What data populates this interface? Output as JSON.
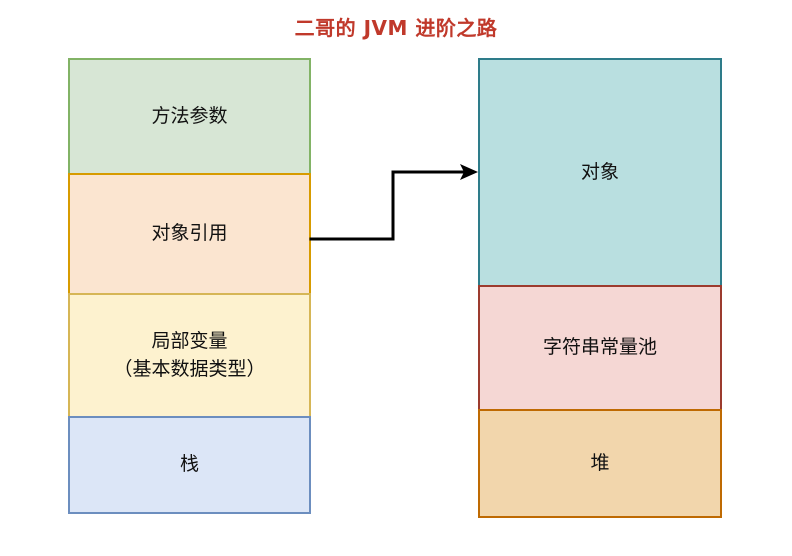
{
  "title": "二哥的 JVM 进阶之路",
  "colors": {
    "title": "#c0392b",
    "green_fill": "#d7e6d5",
    "green_stroke": "#82b366",
    "orange_fill": "#fbe5d0",
    "orange_stroke": "#d79b00",
    "yellow_fill": "#fdf2cf",
    "yellow_stroke": "#d6b656",
    "blue_fill": "#dce6f7",
    "blue_stroke": "#6c8ebf",
    "teal_fill": "#b9dfe0",
    "teal_stroke": "#2e7c8a",
    "pink_fill": "#f5d7d4",
    "pink_stroke": "#9c3b2e",
    "tan_fill": "#f2d6ac",
    "tan_stroke": "#bf6a02",
    "arrow": "#000000"
  },
  "left_column": {
    "name": "栈",
    "blocks": [
      {
        "label": "方法参数"
      },
      {
        "label": "对象引用"
      },
      {
        "label": "局部变量\n（基本数据类型）"
      },
      {
        "label": "栈"
      }
    ]
  },
  "right_column": {
    "name": "堆",
    "blocks": [
      {
        "label": "对象"
      },
      {
        "label": "字符串常量池"
      },
      {
        "label": "堆"
      }
    ]
  },
  "connector": {
    "from": "对象引用",
    "to": "对象",
    "style": "elbow-arrow"
  }
}
